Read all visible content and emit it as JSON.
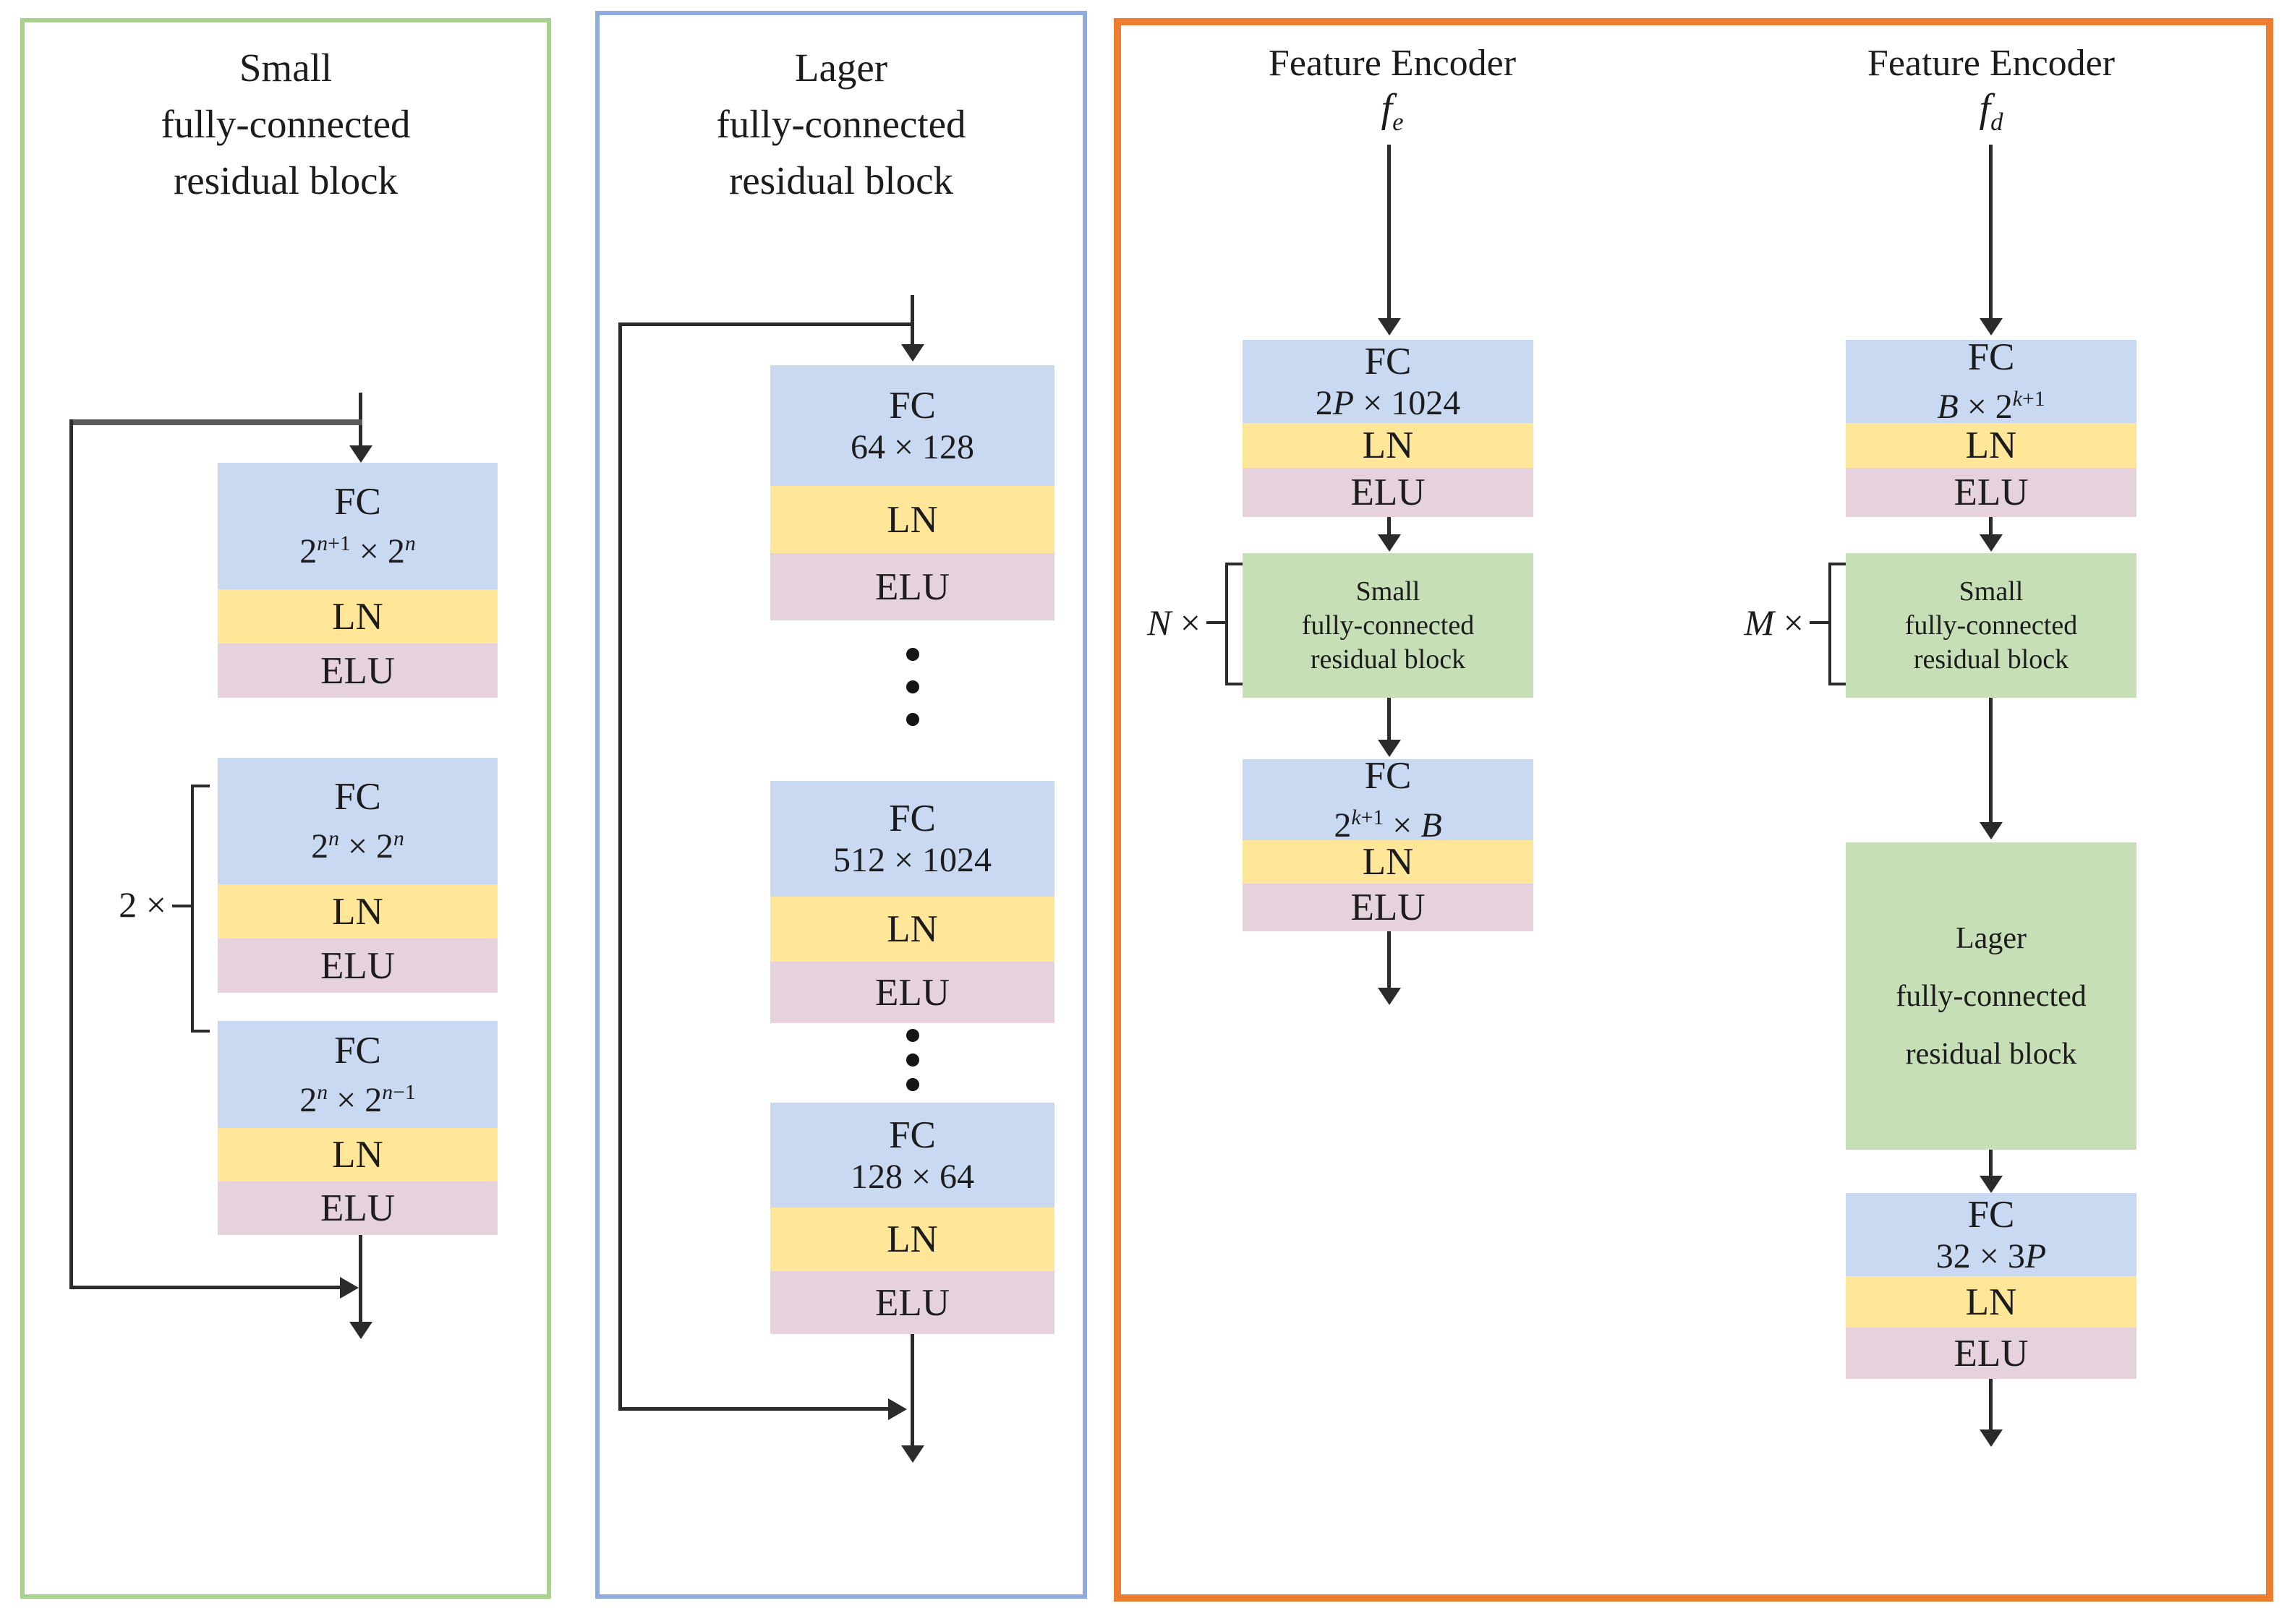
{
  "left_panel": {
    "title": "Small\nfully-connected\nresidual block",
    "repeat_label": "2 ×",
    "fc_label": "FC",
    "ln_label": "LN",
    "elu_label": "ELU",
    "block1_dims": "2<sup><i>n</i>+1</sup> × 2<sup><i>n</i></sup>",
    "block2_dims": "2<sup><i>n</i></sup> × 2<sup><i>n</i></sup>",
    "block3_dims": "2<sup><i>n</i></sup> × 2<sup><i>n</i>−1</sup>"
  },
  "middle_panel": {
    "title": "Lager\nfully-connected\nresidual block",
    "fc_label": "FC",
    "ln_label": "LN",
    "elu_label": "ELU",
    "block1_dims": "64 × 128",
    "block2_dims": "512 × 1024",
    "block3_dims": "128 × 64"
  },
  "encoder_panel": {
    "col1": {
      "title": "Feature Encoder",
      "symbol": "<i>f</i><sub><i>e</i></sub>",
      "fc_label": "FC",
      "ln_label": "LN",
      "elu_label": "ELU",
      "block1_dims": "2<i>P</i> × 1024",
      "residual_label": "Small\nfully-connected\nresidual block",
      "repeat_label": "<i>N</i> ×",
      "block2_dims": "2<sup><i>k</i>+1</sup> × <i>B</i>"
    },
    "col2": {
      "title": "Feature Encoder",
      "symbol": "<i>f</i><sub><i>d</i></sub>",
      "fc_label": "FC",
      "ln_label": "LN",
      "elu_label": "ELU",
      "block1_dims": "<i>B</i> × 2<sup><i>k</i>+1</sup>",
      "residual_small_label": "Small\nfully-connected\nresidual block",
      "repeat_label": "<i>M</i> ×",
      "residual_lager_label": "Lager\nfully-connected\nresidual block",
      "block2_dims": "32 × 3<i>P</i>"
    }
  },
  "colors": {
    "fc_fill": "#c9d9f2",
    "ln_fill": "#ffe699",
    "elu_fill": "#e6d2dd",
    "residual_fill": "#c6dfb6",
    "small_panel_border": "#a9d18e",
    "lager_panel_border": "#8faadc",
    "encoder_panel_border": "#ed7d31"
  }
}
